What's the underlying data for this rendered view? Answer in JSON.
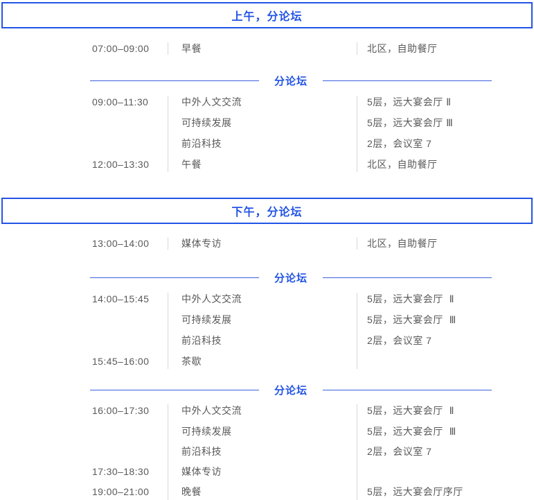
{
  "colors": {
    "accent": "#2254e4",
    "divider_line": "#3d5fe0",
    "text": "#595959",
    "column_bar": "#d8d8d8",
    "background": "#ffffff"
  },
  "headers": {
    "morning": "上午，分论坛",
    "afternoon": "下午，分论坛"
  },
  "divider_label": "分论坛",
  "schedule": {
    "breakfast": {
      "time": "07:00–09:00",
      "event": "早餐",
      "location": "北区，自助餐厅"
    },
    "morning_forum": [
      {
        "time": "09:00–11:30",
        "event": "中外人文交流",
        "location": "5层，远大宴会厅 Ⅱ"
      },
      {
        "time": "",
        "event": "可持续发展",
        "location": "5层，远大宴会厅 Ⅲ"
      },
      {
        "time": "",
        "event": "前沿科技",
        "location": "2层，会议室 7"
      },
      {
        "time": "12:00–13:30",
        "event": "午餐",
        "location": "北区，自助餐厅"
      }
    ],
    "media": {
      "time": "13:00–14:00",
      "event": "媒体专访",
      "location": "北区，自助餐厅"
    },
    "afternoon_forum_1": [
      {
        "time": "14:00–15:45",
        "event": "中外人文交流",
        "location": "5层，远大宴会厅  Ⅱ"
      },
      {
        "time": "",
        "event": "可持续发展",
        "location": "5层，远大宴会厅  Ⅲ"
      },
      {
        "time": "",
        "event": "前沿科技",
        "location": "2层，会议室 7"
      },
      {
        "time": "15:45–16:00",
        "event": "茶歇",
        "location": ""
      }
    ],
    "afternoon_forum_2": [
      {
        "time": "16:00–17:30",
        "event": "中外人文交流",
        "location": "5层，远大宴会厅  Ⅱ"
      },
      {
        "time": "",
        "event": "可持续发展",
        "location": "5层，远大宴会厅  Ⅲ"
      },
      {
        "time": "",
        "event": "前沿科技",
        "location": "2层，会议室 7"
      },
      {
        "time": "17:30–18:30",
        "event": "媒体专访",
        "location": ""
      },
      {
        "time": "19:00–21:00",
        "event": "晚餐",
        "location": "5层，远大宴会厅序厅"
      }
    ]
  }
}
